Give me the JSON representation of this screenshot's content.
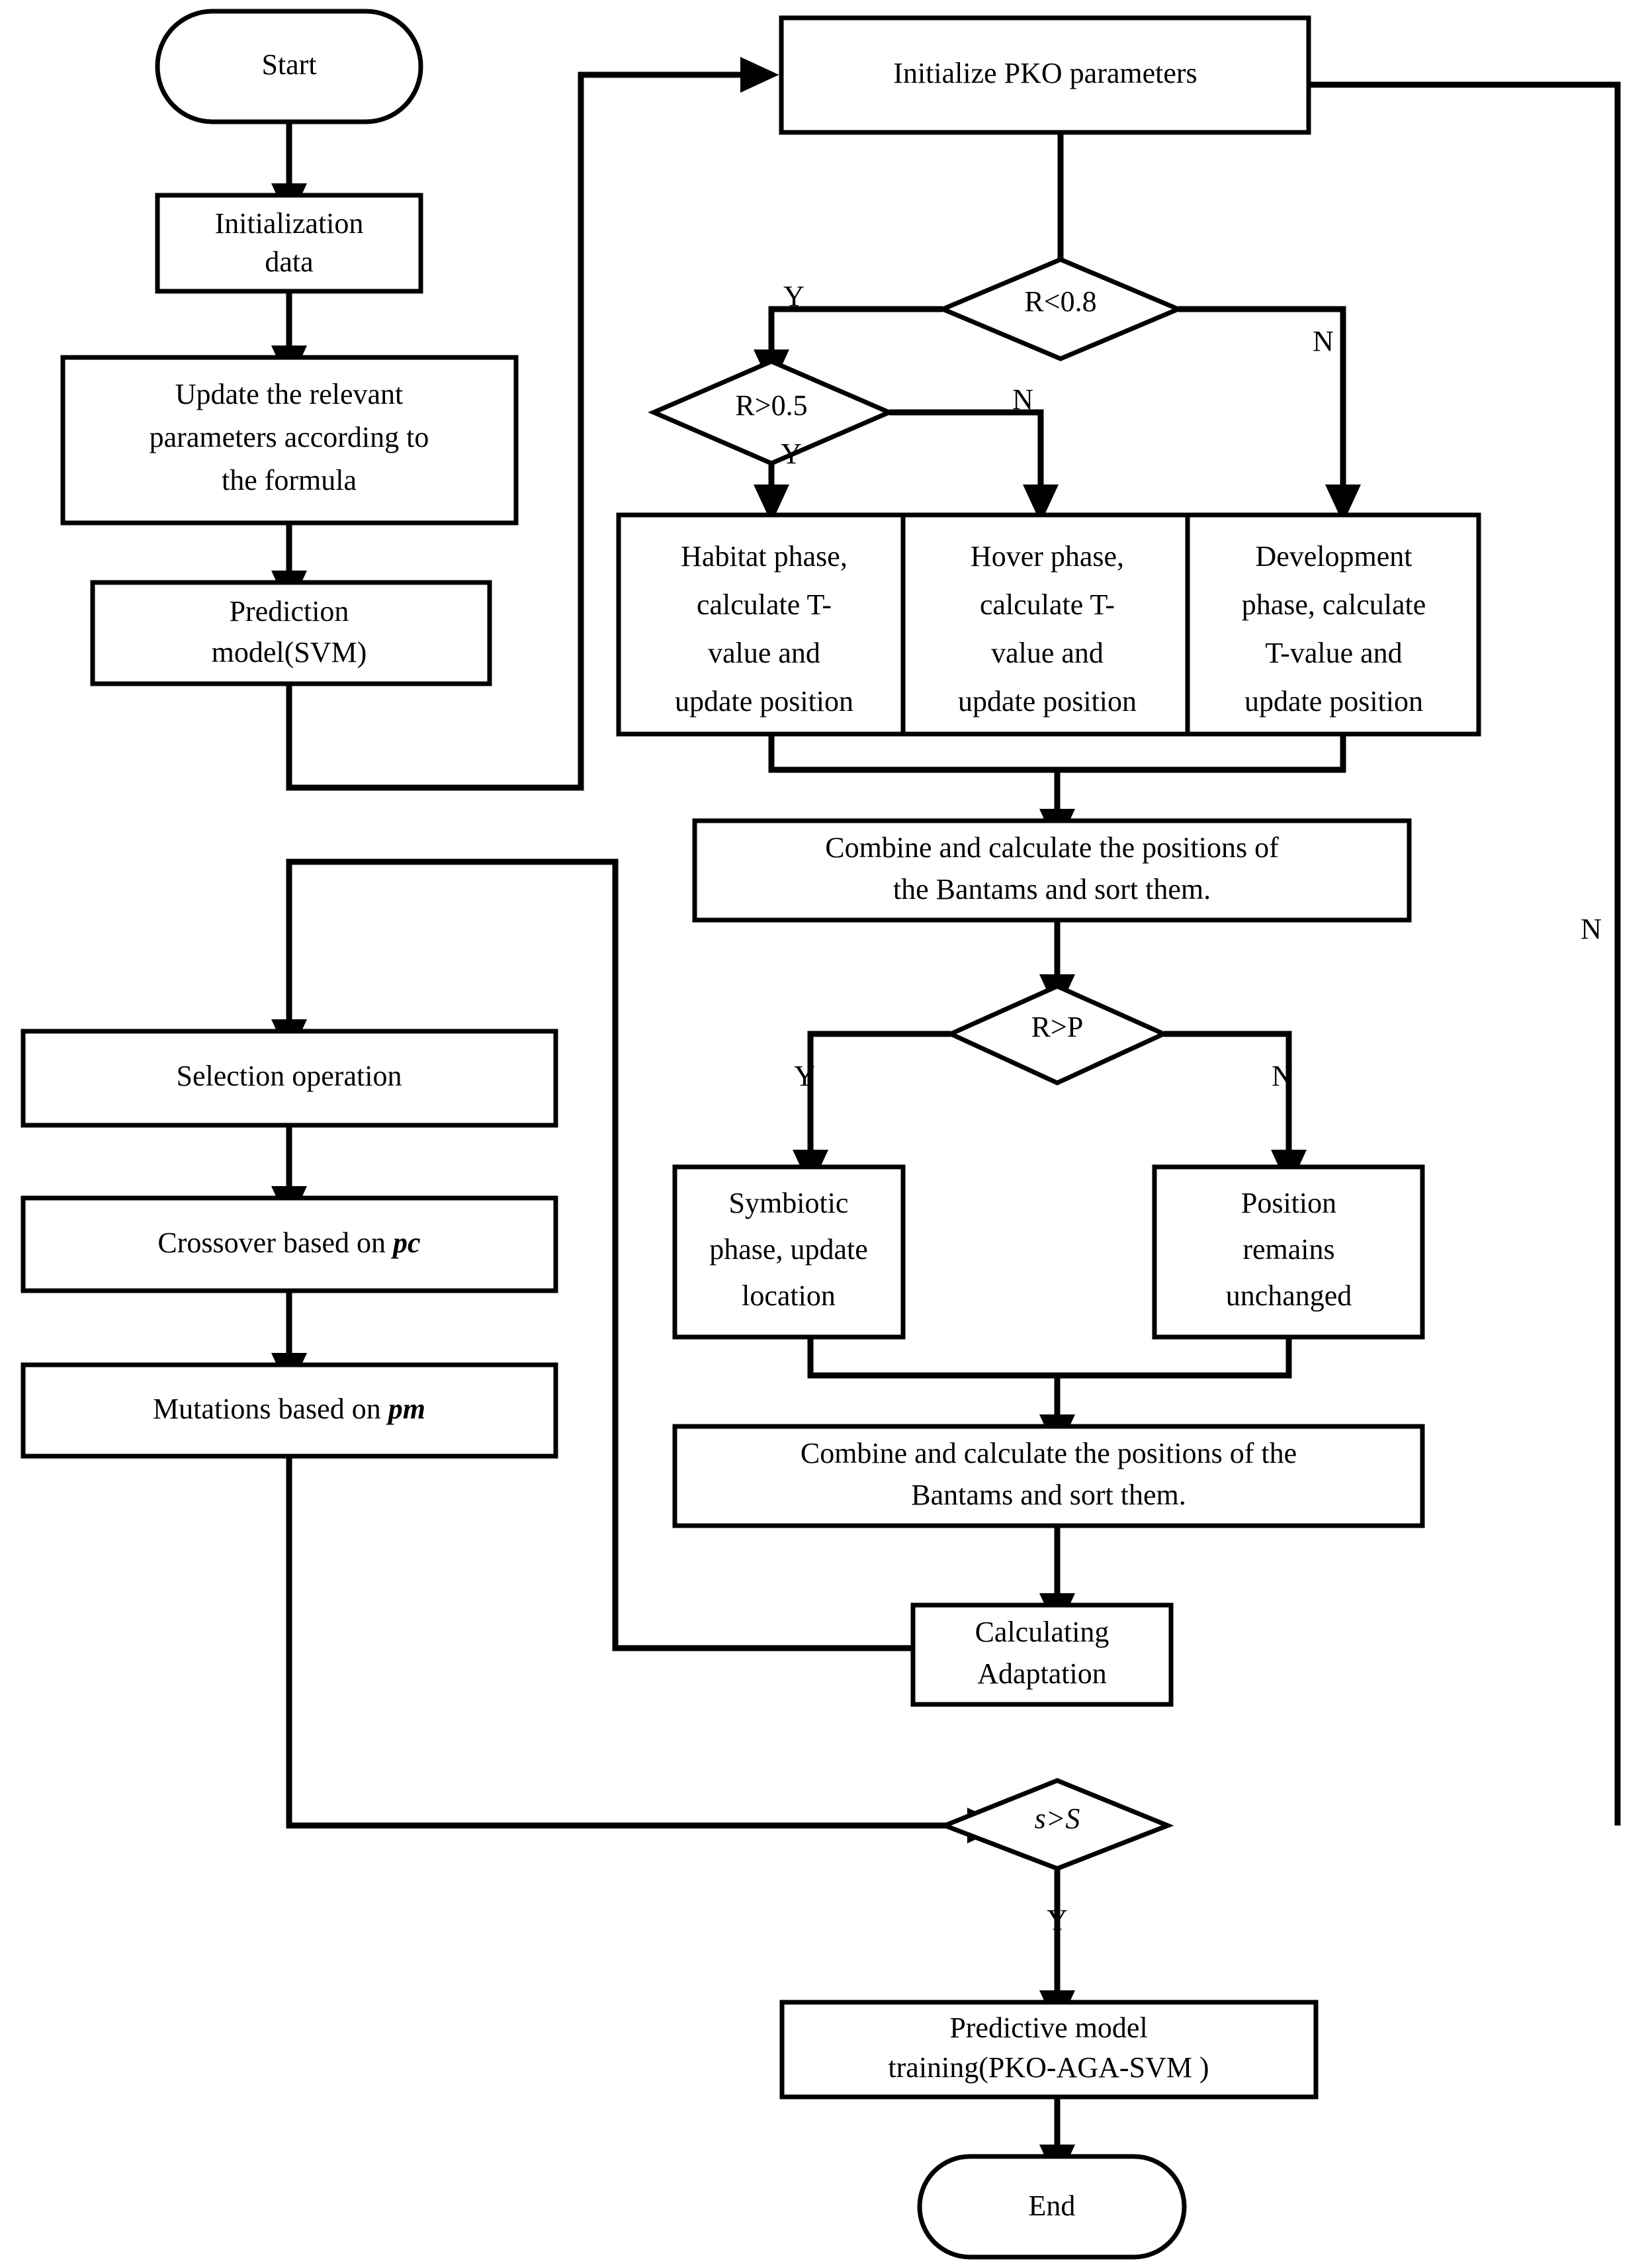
{
  "diagram": {
    "type": "flowchart",
    "title": "PKO-AGA-SVM prediction model flowchart",
    "orientation": "vertical",
    "nodes": {
      "start": {
        "label": "Start",
        "shape": "terminator"
      },
      "init_data": {
        "label": "Initialization data",
        "line1": "Initialization",
        "line2": "data",
        "shape": "process"
      },
      "update_params": {
        "label": "Update the relevant parameters according to the formula",
        "line1": "Update the relevant",
        "line2": "parameters according to",
        "line3": "the formula",
        "shape": "process"
      },
      "prediction_model": {
        "label": "Prediction model(SVM)",
        "line1": "Prediction",
        "line2": "model(SVM)",
        "shape": "process"
      },
      "init_pko": {
        "label": "Initialize PKO parameters",
        "shape": "process"
      },
      "decision_r08": {
        "label": "R<0.8",
        "shape": "decision"
      },
      "decision_r05": {
        "label": "R>0.5",
        "shape": "decision"
      },
      "habitat_phase": {
        "label": "Habitat phase, calculate T-value and update position",
        "line1": "Habitat phase,",
        "line2": "calculate T-",
        "line3": "value and",
        "line4": "update position",
        "shape": "process"
      },
      "hover_phase": {
        "label": "Hover phase, calculate T-value and update position",
        "line1": "Hover phase,",
        "line2": "calculate T-",
        "line3": "value and",
        "line4": "update position",
        "shape": "process"
      },
      "development_phase": {
        "label": "Development phase, calculate T-value and update position",
        "line1": "Development",
        "line2": "phase, calculate",
        "line3": "T-value and",
        "line4": "update position",
        "shape": "process"
      },
      "combine_1": {
        "label": "Combine and calculate the positions of the Bantams and sort them.",
        "line1": "Combine and calculate the positions of",
        "line2": "the Bantams and sort them.",
        "shape": "process"
      },
      "decision_rp": {
        "label": "R>P",
        "shape": "decision"
      },
      "symbiotic": {
        "label": "Symbiotic phase, update location",
        "line1": "Symbiotic",
        "line2": "phase, update",
        "line3": "location",
        "shape": "process"
      },
      "position_unchanged": {
        "label": "Position remains unchanged",
        "line1": "Position",
        "line2": "remains",
        "line3": "unchanged",
        "shape": "process"
      },
      "combine_2": {
        "label": "Combine and calculate the positions of the Bantams and sort them.",
        "line1": "Combine and calculate the positions of the",
        "line2": "Bantams and sort them.",
        "shape": "process"
      },
      "calculating_adaptation": {
        "label": "Calculating Adaptation",
        "line1": "Calculating",
        "line2": "Adaptation",
        "shape": "process"
      },
      "selection": {
        "label": "Selection  operation",
        "shape": "process"
      },
      "crossover": {
        "label": "Crossover based on pc",
        "prefix": "Crossover based on ",
        "symbol": "pc",
        "shape": "process"
      },
      "mutations": {
        "label": "Mutations based on pm",
        "prefix": "Mutations based on ",
        "symbol": "pm",
        "shape": "process"
      },
      "decision_ss": {
        "label": "s>S",
        "shape": "decision"
      },
      "predictive_training": {
        "label": "Predictive model training(PKO-AGA-SVM )",
        "line1": "Predictive model",
        "line2": "training(PKO-AGA-SVM )",
        "shape": "process"
      },
      "end": {
        "label": "End",
        "shape": "terminator"
      }
    },
    "edge_labels": {
      "r08_yes": "Y",
      "r08_no": "N",
      "r05_yes": "Y",
      "r05_no": "N",
      "rp_yes": "Y",
      "rp_no": "N",
      "ss_yes": "Y",
      "ss_no": "N"
    },
    "colors": {
      "stroke": "#000000",
      "fill": "#ffffff",
      "text": "#000000"
    }
  }
}
